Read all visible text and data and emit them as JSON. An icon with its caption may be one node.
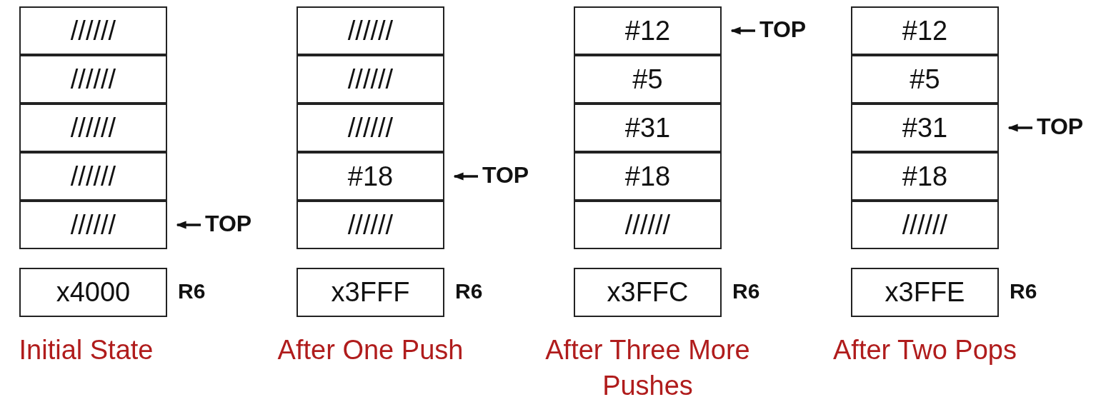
{
  "diagram": {
    "nodes": [
      {
        "text": [
          "//////"
        ]
      },
      {
        "text": [
          "//////"
        ]
      },
      {
        "text": [
          "//////"
        ]
      },
      {
        "text": [
          "//////"
        ]
      },
      {
        "text": [
          "//////"
        ]
      },
      {
        "text": [
          "x4000"
        ],
        "beside": [
          "R6"
        ]
      },
      {
        "text": [
          "TOP"
        ]
      },
      {
        "text": [
          "//////"
        ]
      },
      {
        "text": [
          "//////"
        ]
      },
      {
        "text": [
          "//////"
        ]
      },
      {
        "text": [
          "#18"
        ]
      },
      {
        "text": [
          "//////"
        ]
      },
      {
        "text": [
          "x3FFF"
        ],
        "beside": [
          "R6"
        ]
      },
      {
        "text": [
          "TOP"
        ]
      },
      {
        "text": [
          "#12"
        ]
      },
      {
        "text": [
          "#5"
        ]
      },
      {
        "text": [
          "#31"
        ]
      },
      {
        "text": [
          "#18"
        ]
      },
      {
        "text": [
          "//////"
        ]
      },
      {
        "text": [
          "x3FFC"
        ],
        "beside": [
          "R6"
        ]
      },
      {
        "text": [
          "TOP"
        ]
      },
      {
        "text": [
          "#12"
        ]
      },
      {
        "text": [
          "#5"
        ]
      },
      {
        "text": [
          "#31"
        ]
      },
      {
        "text": [
          "#18"
        ]
      },
      {
        "text": [
          "//////"
        ]
      },
      {
        "text": [
          "x3FFE"
        ],
        "beside": [
          "R6"
        ]
      },
      {
        "text": [
          "TOP"
        ]
      }
    ],
    "edges": [
      {
        "from": 6,
        "to": 4,
        "arrow": "to"
      },
      {
        "from": 13,
        "to": 10,
        "arrow": "to"
      },
      {
        "from": 20,
        "to": 14,
        "arrow": "to"
      },
      {
        "from": 27,
        "to": 23,
        "arrow": "to"
      }
    ],
    "labels": [
      "Initial State",
      "After One Push",
      "After Three More Pushes",
      "After Two Pops"
    ]
  }
}
